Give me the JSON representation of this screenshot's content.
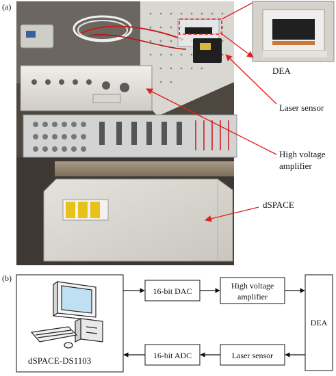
{
  "panel_a": {
    "label": "(a)",
    "callouts": {
      "dea": "DEA",
      "laser_sensor": "Laser sensor",
      "hv_amplifier_line1": "High voltage",
      "hv_amplifier_line2": "amplifier",
      "dspace": "dSPACE"
    },
    "colors": {
      "callout_arrow": "#e02020",
      "highlight_box": "#e02020"
    }
  },
  "panel_b": {
    "label": "(b)",
    "computer_label": "dSPACE-DS1103",
    "dac": "16-bit DAC",
    "adc": "16-bit ADC",
    "hv_amp_line1": "High voltage",
    "hv_amp_line2": "amplifier",
    "laser": "Laser sensor",
    "dea": "DEA",
    "icons": [
      "desktop-computer-icon"
    ]
  }
}
